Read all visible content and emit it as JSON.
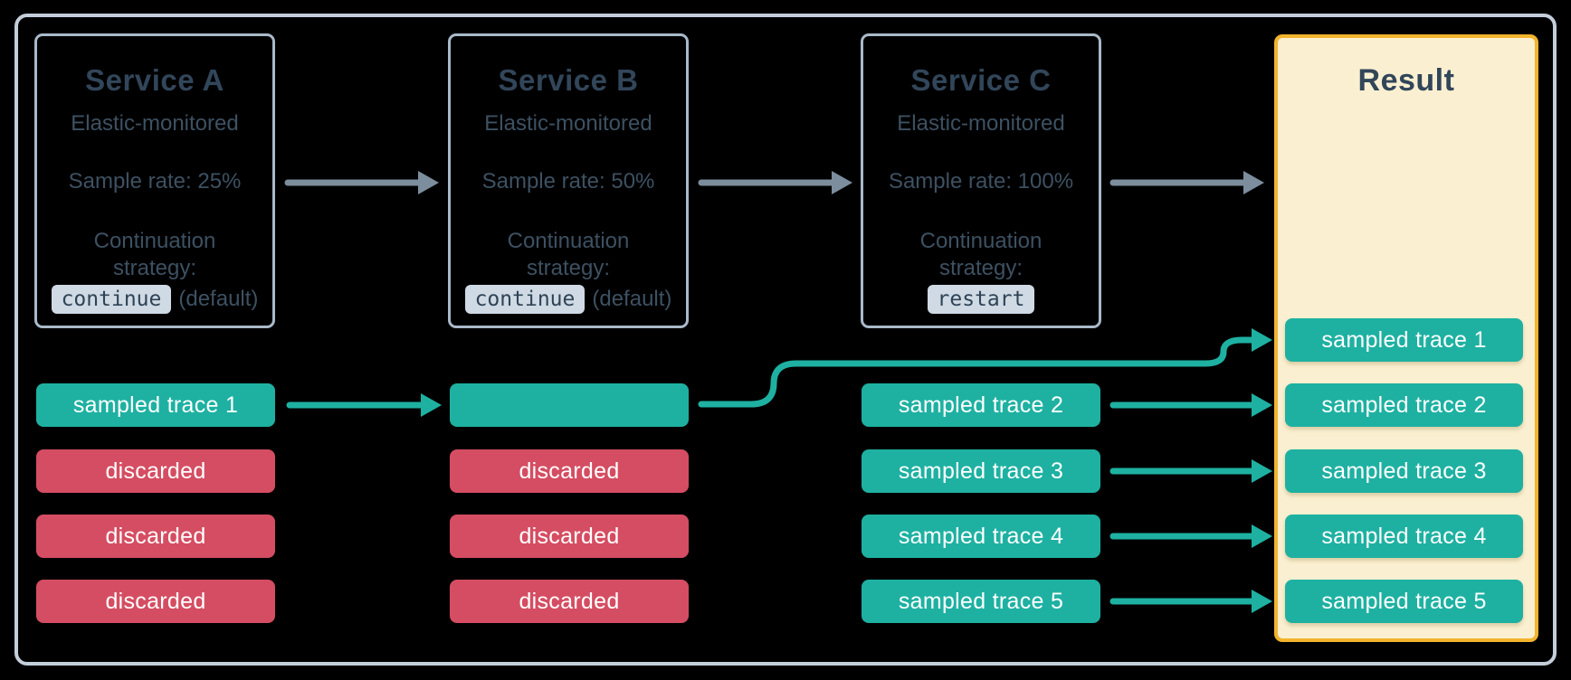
{
  "colors": {
    "bg": "#000000",
    "frame-border": "#c4cedb",
    "box-border": "#a9b9c9",
    "title": "#32465a",
    "body": "#3d5162",
    "badge-bg": "#cfdae5",
    "badge-text": "#2f4355",
    "arrow-gray": "#7c8d9d",
    "teal": "#1eb1a2",
    "red": "#d54d62",
    "result-border": "#f2b42d",
    "result-bg": "#faf0d1",
    "pill-text": "#ffffff"
  },
  "services": [
    {
      "title": "Service A",
      "subtitle": "Elastic-monitored",
      "sample_rate": "Sample rate: 25%",
      "strategy_line1": "Continuation",
      "strategy_line2": "strategy:",
      "strategy_badge": "continue",
      "strategy_suffix": "(default)"
    },
    {
      "title": "Service B",
      "subtitle": "Elastic-monitored",
      "sample_rate": "Sample rate: 50%",
      "strategy_line1": "Continuation",
      "strategy_line2": "strategy:",
      "strategy_badge": "continue",
      "strategy_suffix": "(default)"
    },
    {
      "title": "Service C",
      "subtitle": "Elastic-monitored",
      "sample_rate": "Sample rate: 100%",
      "strategy_line1": "Continuation",
      "strategy_line2": "strategy:",
      "strategy_badge": "restart",
      "strategy_suffix": ""
    }
  ],
  "trace_rows": {
    "service_a": [
      "sampled trace 1",
      "discarded",
      "discarded",
      "discarded"
    ],
    "service_b": [
      "",
      "discarded",
      "discarded",
      "discarded"
    ],
    "service_c": [
      "sampled trace 2",
      "sampled trace 3",
      "sampled trace 4",
      "sampled trace 5"
    ]
  },
  "result": {
    "title": "Result",
    "pills": [
      "sampled trace 1",
      "sampled trace 2",
      "sampled trace 3",
      "sampled trace 4",
      "sampled trace 5"
    ]
  }
}
